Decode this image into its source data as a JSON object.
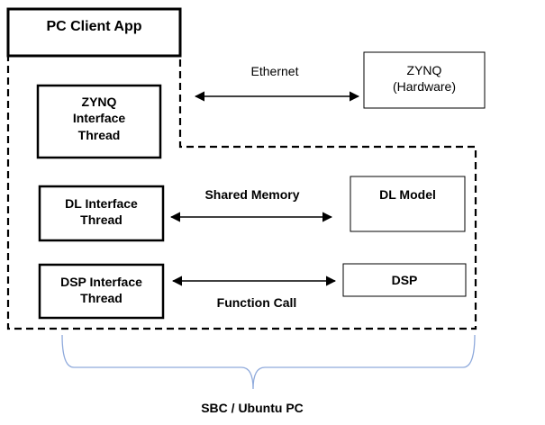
{
  "title_box": "PC Client App",
  "nodes": {
    "zynq_thread": [
      "ZYNQ",
      "Interface",
      "Thread"
    ],
    "dl_thread": [
      "DL Interface",
      "Thread"
    ],
    "dsp_thread": [
      "DSP Interface",
      "Thread"
    ],
    "zynq_hw": [
      "ZYNQ",
      "(Hardware)"
    ],
    "dl_model": "DL Model",
    "dsp": "DSP"
  },
  "edges": {
    "ethernet": "Ethernet",
    "shared_memory": "Shared Memory",
    "function_call": "Function Call"
  },
  "footer": "SBC / Ubuntu PC",
  "colors": {
    "line": "#000000",
    "brace": "#8faadc",
    "background": "#ffffff"
  }
}
